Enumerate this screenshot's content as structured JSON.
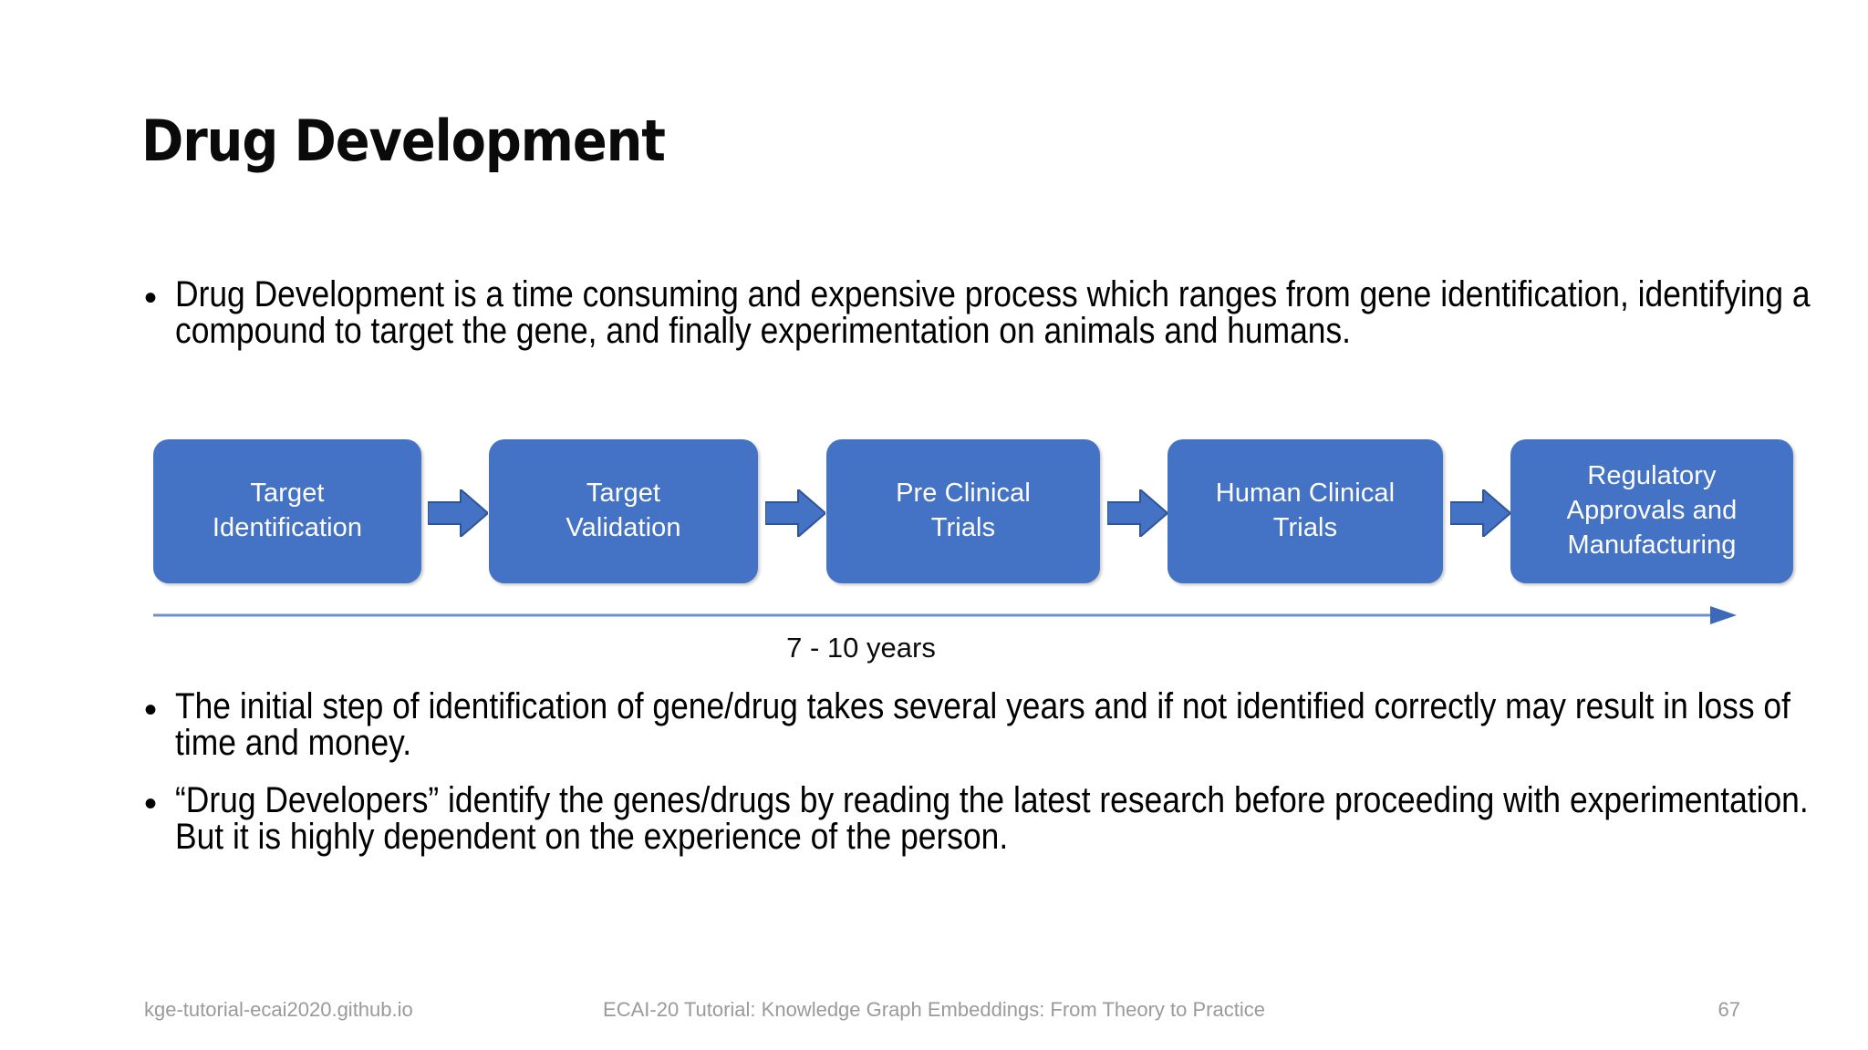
{
  "slide": {
    "title": "Drug Development",
    "background_color": "#ffffff"
  },
  "bullets": [
    {
      "marker": "•",
      "text": "Drug Development is a time consuming and expensive process which ranges from gene identification, identifying a compound to target the gene, and finally experimentation on animals and humans."
    },
    {
      "marker": "•",
      "text": "The initial step of identification of gene/drug takes several years and if not identified correctly may result in loss of time and money."
    },
    {
      "marker": "•",
      "text": "“Drug Developers” identify the genes/drugs by reading the latest research before proceeding with experimentation. But it is highly dependent on the experience of the person."
    }
  ],
  "diagram": {
    "type": "process-flow",
    "box_fill_color": "#4472C4",
    "box_text_color": "#ffffff",
    "arrow_fill_color": "#4472C4",
    "arrow_stroke_color": "#2F5597",
    "steps": [
      {
        "label": "Target\nIdentification"
      },
      {
        "label": "Target\nValidation"
      },
      {
        "label": "Pre Clinical\nTrials"
      },
      {
        "label": "Human Clinical\nTrials"
      },
      {
        "label": "Regulatory\nApprovals and\nManufacturing"
      }
    ],
    "connector_count": 4,
    "timeline": {
      "label": "7 - 10 years",
      "line_color": "#6E93CC",
      "arrowhead_color": "#3D6AB8",
      "direction": "right"
    }
  },
  "footer": {
    "left": "kge-tutorial-ecai2020.github.io",
    "center": "ECAI-20 Tutorial: Knowledge Graph Embeddings: From Theory to Practice",
    "page_number": "67",
    "text_color": "#9a9a9a"
  }
}
